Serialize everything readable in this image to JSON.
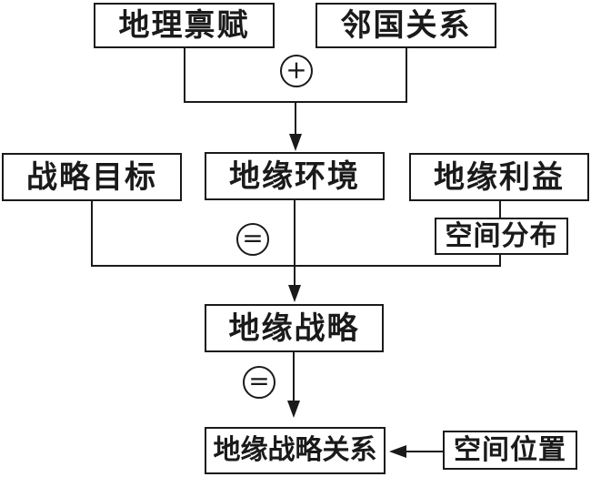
{
  "diagram": {
    "title": "geostrategy-formation-flowchart",
    "colors": {
      "line": "#1a1a1a",
      "text": "#1a1a1a",
      "background": "#ffffff"
    },
    "nodes": {
      "geographic_endowment": "地理禀赋",
      "neighbor_relations": "邻国关系",
      "strategic_goals": "战略目标",
      "geo_environment": "地缘环境",
      "geo_interests": "地缘利益",
      "spatial_distribution": "空间分布",
      "geo_strategy": "地缘战略",
      "geo_strategic_relations": "地缘战略关系",
      "spatial_position": "空间位置"
    },
    "operators": {
      "plus": "+",
      "equals1": "=",
      "equals2": "="
    },
    "edges": [
      {
        "from": [
          "地理禀赋",
          "邻国关系"
        ],
        "operator": "+",
        "to": "地缘环境",
        "style": "merge-arrow"
      },
      {
        "from": [
          "地缘利益"
        ],
        "to": "空间分布",
        "style": "line"
      },
      {
        "from": [
          "战略目标",
          "地缘环境",
          "空间分布"
        ],
        "operator": "=",
        "to": "地缘战略",
        "style": "merge-arrow"
      },
      {
        "from": [
          "地缘战略"
        ],
        "operator": "=",
        "to": "地缘战略关系",
        "style": "arrow"
      },
      {
        "from": [
          "空间位置"
        ],
        "to": "地缘战略关系",
        "style": "arrow-left"
      }
    ]
  }
}
